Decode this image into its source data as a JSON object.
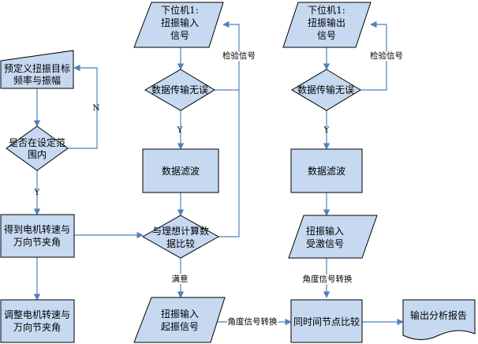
{
  "nodes": {
    "preset_target": {
      "line1": "预定义扭振目标",
      "line2": "频率与振幅"
    },
    "in_range_check": {
      "line1": "是否在设定范",
      "line2": "围内"
    },
    "get_motor_speed": {
      "line1": "得到电机转速与",
      "line2": "万向节夹角"
    },
    "adjust_motor_speed": {
      "line1": "调整电机转速与",
      "line2": "万向节夹角"
    },
    "lower_machine_input": {
      "line1": "下位机1:",
      "line2": "扭振输入",
      "line3": "信号"
    },
    "input_data_check": {
      "line1": "数据传输无误"
    },
    "input_data_filter": {
      "line1": "数据滤波"
    },
    "ideal_compare": {
      "line1": "与理想计算数",
      "line2": "据比较"
    },
    "torsional_input_signal": {
      "line1": "扭振输入",
      "line2": "起振信号"
    },
    "lower_machine_output": {
      "line1": "下位机1:",
      "line2": "扭振输出",
      "line3": "信号"
    },
    "output_data_check": {
      "line1": "数据传输无误"
    },
    "output_data_filter": {
      "line1": "数据滤波"
    },
    "excited_signal": {
      "line1": "扭振输入",
      "line2": "受激信号"
    },
    "same_time_compare": {
      "line1": "同时间节点比较"
    },
    "analysis_report": {
      "line1": "输出分析报告"
    }
  },
  "edge_labels": {
    "no": "N",
    "yes_left": "Y",
    "yes_mid": "Y",
    "yes_right": "Y",
    "verify_signal_mid": "检验信号",
    "verify_signal_right": "检验信号",
    "satisfied": "满意",
    "angle_convert_bottom": "角度信号转换",
    "angle_convert_right": "角度信号转换"
  },
  "colors": {
    "node_fill": "#c6d9f1",
    "node_stroke": "#000000",
    "connector": "#4f81bd"
  }
}
